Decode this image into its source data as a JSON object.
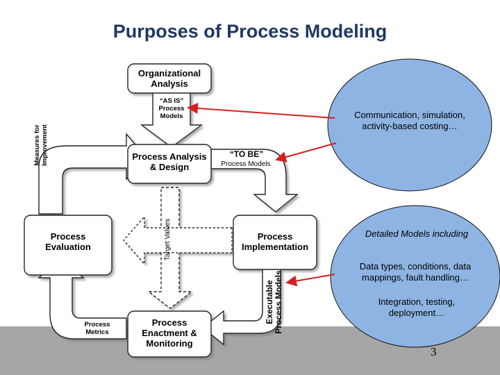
{
  "title": "Purposes of Process Modeling",
  "boxes": {
    "org_analysis": "Organizational Analysis",
    "analysis_design": "Process Analysis & Design",
    "evaluation": "Process Evaluation",
    "implementation": "Process Implementation",
    "enactment": "Process Enactment & Monitoring"
  },
  "arrow_labels": {
    "as_is": "“AS IS” Process Models",
    "to_be_title": "“TO BE”",
    "to_be_sub": "Process Models",
    "measures": "Measures for Improvement",
    "target_values": "Target Values",
    "executable": "Executable Process Models",
    "metrics": "Process Metrics"
  },
  "ellipses": {
    "top": "Communication, simulation, activity-based costing…",
    "bottom_heading": "Detailed Models including",
    "bottom_detail": "Data types, conditions, data mappings, fault handling…",
    "bottom_extra": "Integration, testing, deployment…"
  },
  "page_number": "3",
  "colors": {
    "title": "#1f3864",
    "ellipse_fill": "#8eb4e3",
    "connector": "#d62020",
    "footer": "#a6a6a6"
  }
}
